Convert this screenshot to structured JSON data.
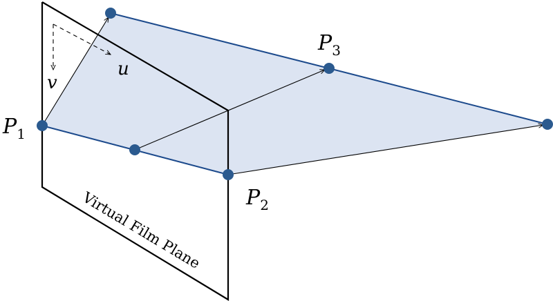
{
  "colors": {
    "fill": "#dce4f2",
    "edge": "#1c4a8c",
    "point": "#2b5a8f",
    "frame": "#000000"
  },
  "labels": {
    "p1_main": "P",
    "p1_sub": "1",
    "p2_main": "P",
    "p2_sub": "2",
    "p3_main": "P",
    "p3_sub": "3",
    "u": "u",
    "v": "v",
    "plane": "Virtual Film Plane"
  }
}
